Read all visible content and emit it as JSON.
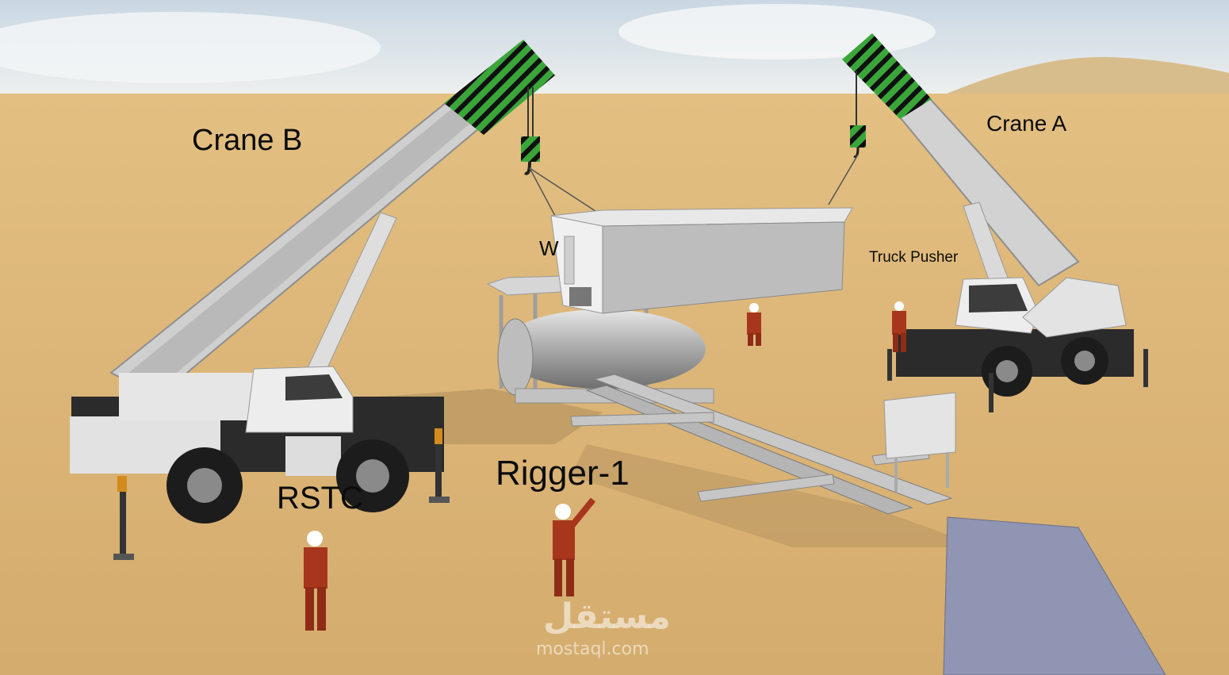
{
  "labels": {
    "crane_b": "Crane B",
    "crane_a": "Crane A",
    "truck_pusher": "Truck Pusher",
    "rigger": "Rigger-1",
    "rstc": "RSTC",
    "partial_w": "W"
  },
  "watermark": {
    "logo_text": "مستقل",
    "url": "mostaql.com"
  },
  "colors": {
    "sand": "#d9b57a",
    "sky": "#dde6ee",
    "boom": "#c9c9c9",
    "boom_stripe": "#3aa63a",
    "worker": "#9c2f1c",
    "helmet": "#ffffff"
  }
}
